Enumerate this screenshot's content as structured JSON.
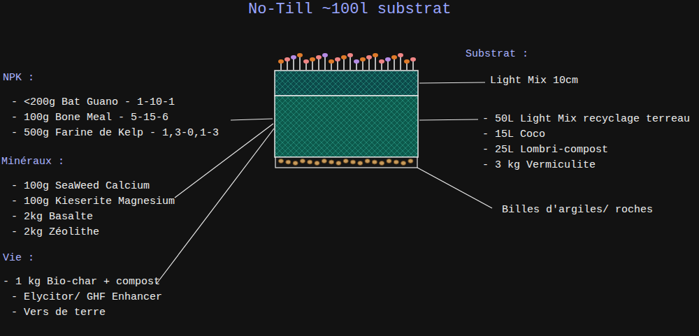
{
  "diagram": {
    "title": "No-Till ~100l substrat",
    "labels": [
      "Substrat :",
      "Light Mix 10cm",
      "- 50L Light Mix recyclage terreau",
      "- 15L Coco",
      "- 25L Lombri-compost",
      "- 3 kg Vermiculite",
      "Billes d'argiles/ roches",
      "NPK :",
      "- <200g Bat Guano - 1-10-1",
      "- 100g Bone Meal - 5-15-6",
      "- 500g Farine de Kelp - 1,3-0,1-3",
      "Minéraux :",
      "- 100g SeaWeed Calcium",
      "- 100g Kieserite Magnesium",
      "- 2kg Basalte",
      "- 2kg Zéolithe",
      "Vie :",
      "- 1 kg Bio-char + compost",
      "- Elycitor/ GHF Enhancer",
      "- Vers de terre"
    ]
  }
}
